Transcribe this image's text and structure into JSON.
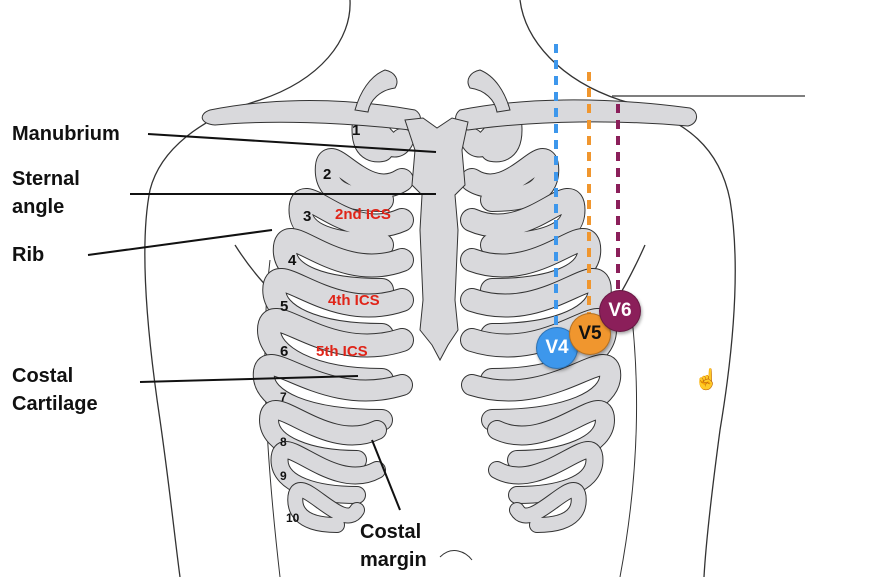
{
  "title": "Chest anatomy and precordial ECG lead placement",
  "labels": {
    "manubrium": "Manubrium",
    "sternal_angle": "Sternal\nangle",
    "rib": "Rib",
    "costal_cartilage": "Costal\nCartilage",
    "costal_margin": "Costal\nmargin"
  },
  "rib_numbers": [
    "1",
    "2",
    "3",
    "4",
    "5",
    "6",
    "7",
    "8",
    "9",
    "10"
  ],
  "intercostal_spaces": [
    "2nd ICS",
    "4th ICS",
    "5th ICS"
  ],
  "leads": [
    {
      "name": "V4",
      "color": "#3d97ec",
      "text_color": "#ffffff"
    },
    {
      "name": "V5",
      "color": "#f0962e",
      "text_color": "#111111"
    },
    {
      "name": "V6",
      "color": "#8b1f5a",
      "text_color": "#ffffff"
    }
  ],
  "colors": {
    "bone": "#d9d9dc",
    "outline": "#333333",
    "ics_text": "#e02418"
  },
  "cursor_icon": "hand-pointer-icon"
}
